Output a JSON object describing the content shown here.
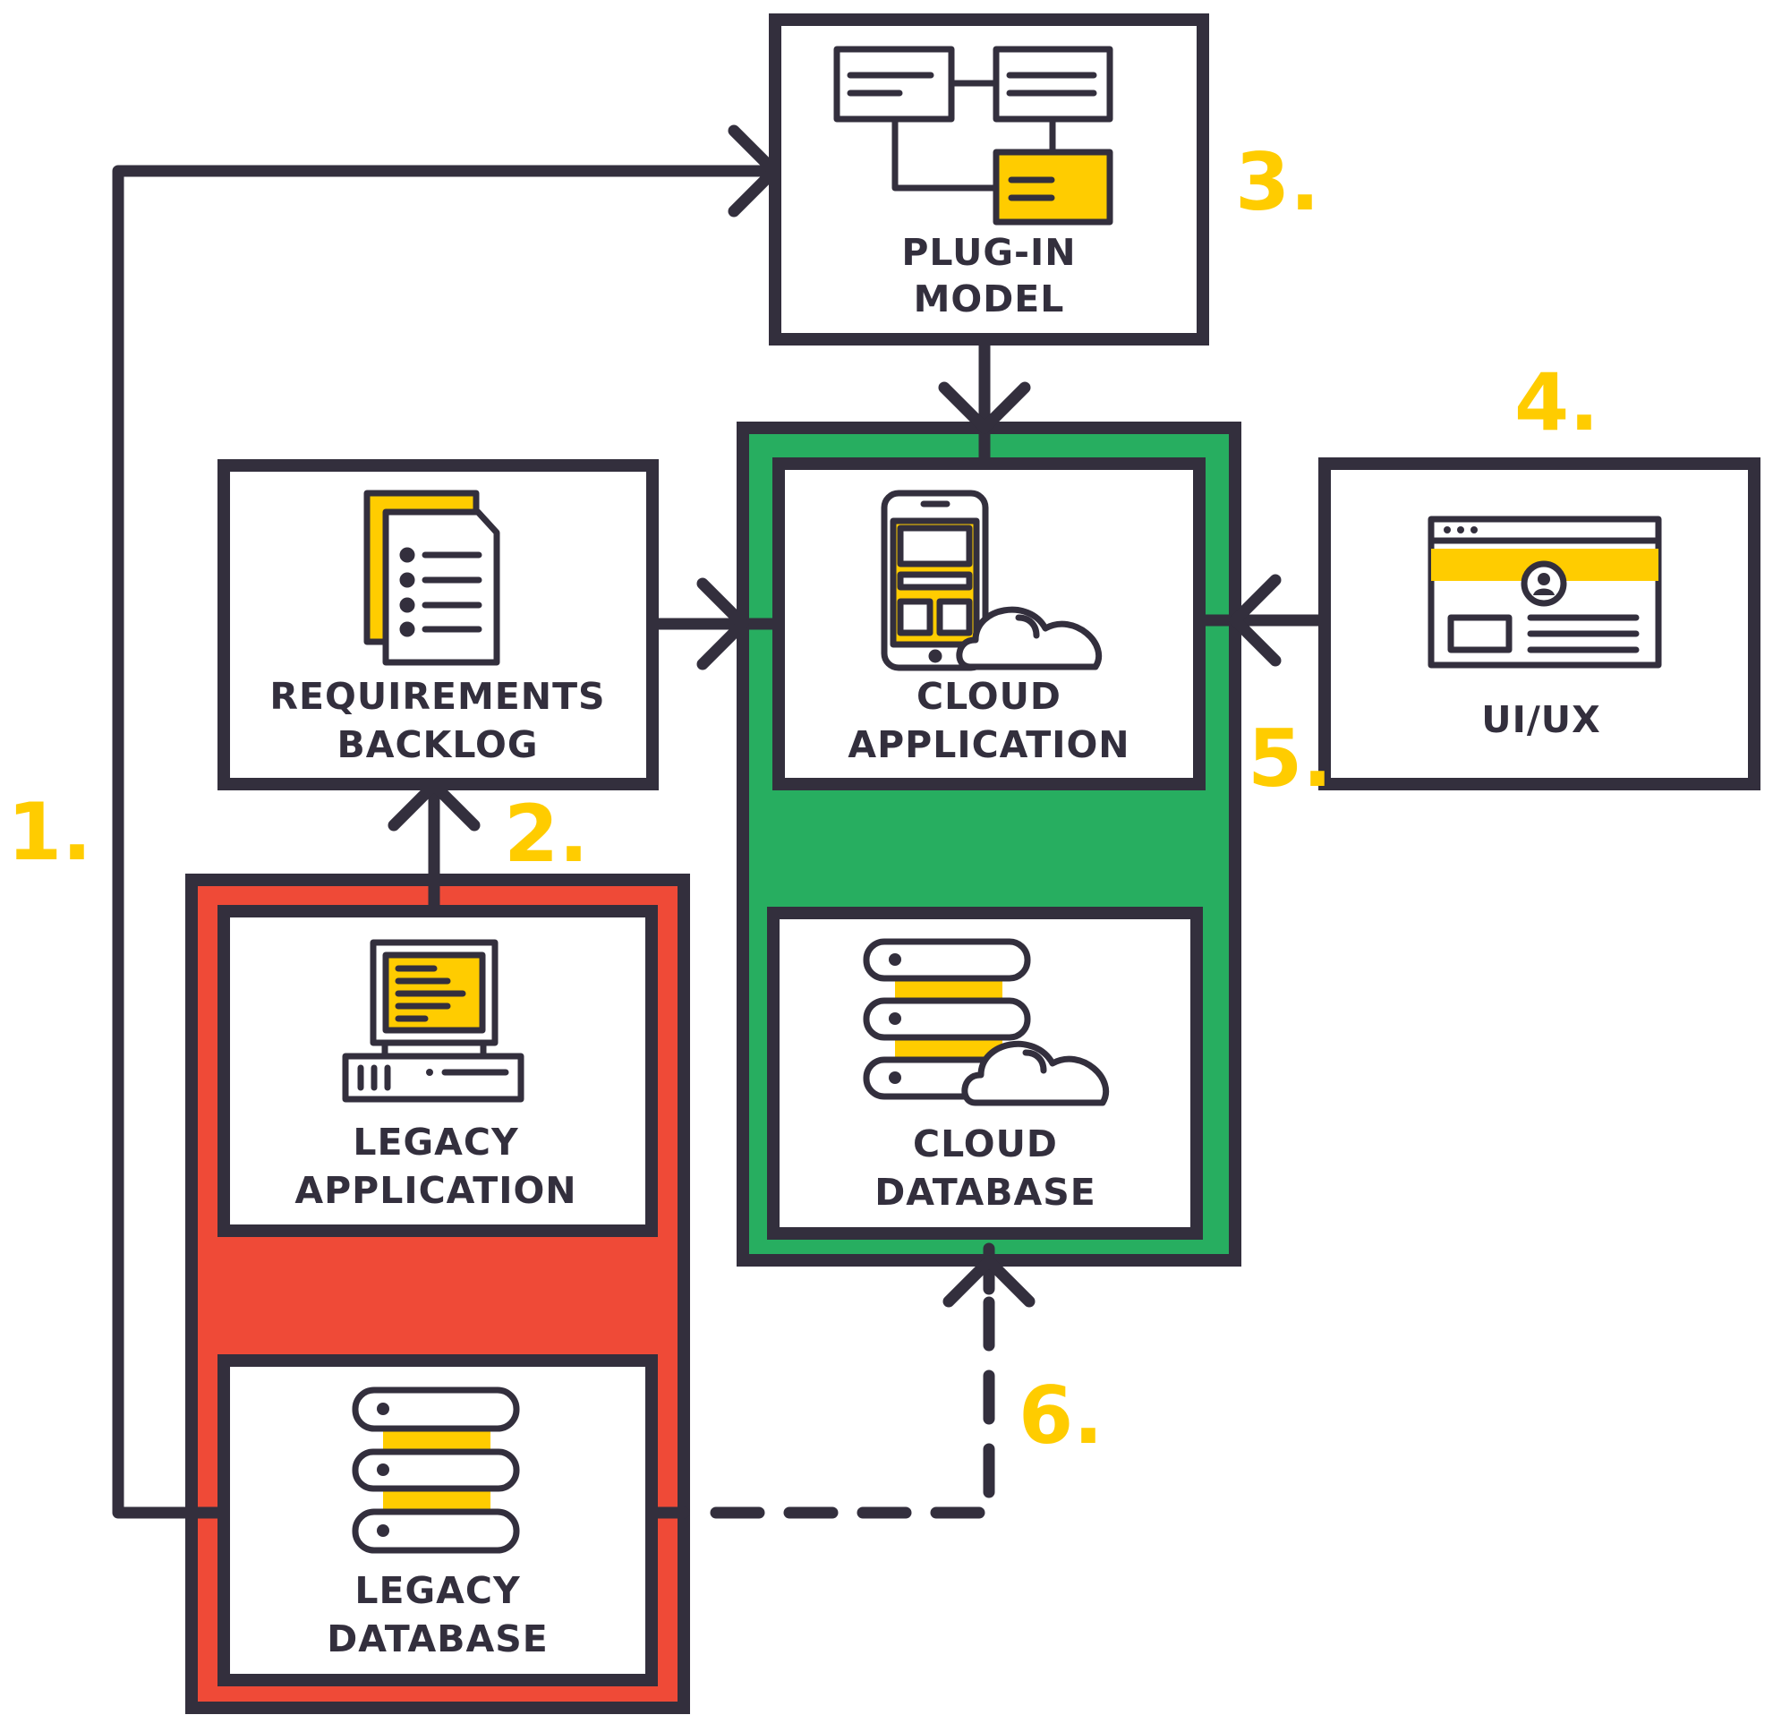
{
  "colors": {
    "ink": "#332f3d",
    "accent": "#ffcc00",
    "legacy_group": "#ef4a37",
    "cloud_group": "#27ae60",
    "box_fill": "#ffffff"
  },
  "nodes": {
    "plugin_model": {
      "line1": "PLUG-IN",
      "line2": "MODEL",
      "icon": "flowchart-icon"
    },
    "requirements_backlog": {
      "line1": "REQUIREMENTS",
      "line2": "BACKLOG",
      "icon": "document-list-icon"
    },
    "cloud_application": {
      "line1": "CLOUD",
      "line2": "APPLICATION",
      "icon": "mobile-cloud-icon"
    },
    "ui_ux": {
      "line1": "UI/UX",
      "icon": "browser-profile-icon"
    },
    "legacy_application": {
      "line1": "LEGACY",
      "line2": "APPLICATION",
      "icon": "desktop-computer-icon"
    },
    "legacy_database": {
      "line1": "LEGACY",
      "line2": "DATABASE",
      "icon": "server-stack-icon"
    },
    "cloud_database": {
      "line1": "CLOUD",
      "line2": "DATABASE",
      "icon": "server-cloud-icon"
    }
  },
  "steps": {
    "s1": "1.",
    "s2": "2.",
    "s3": "3.",
    "s4": "4.",
    "s5": "5.",
    "s6": "6."
  }
}
